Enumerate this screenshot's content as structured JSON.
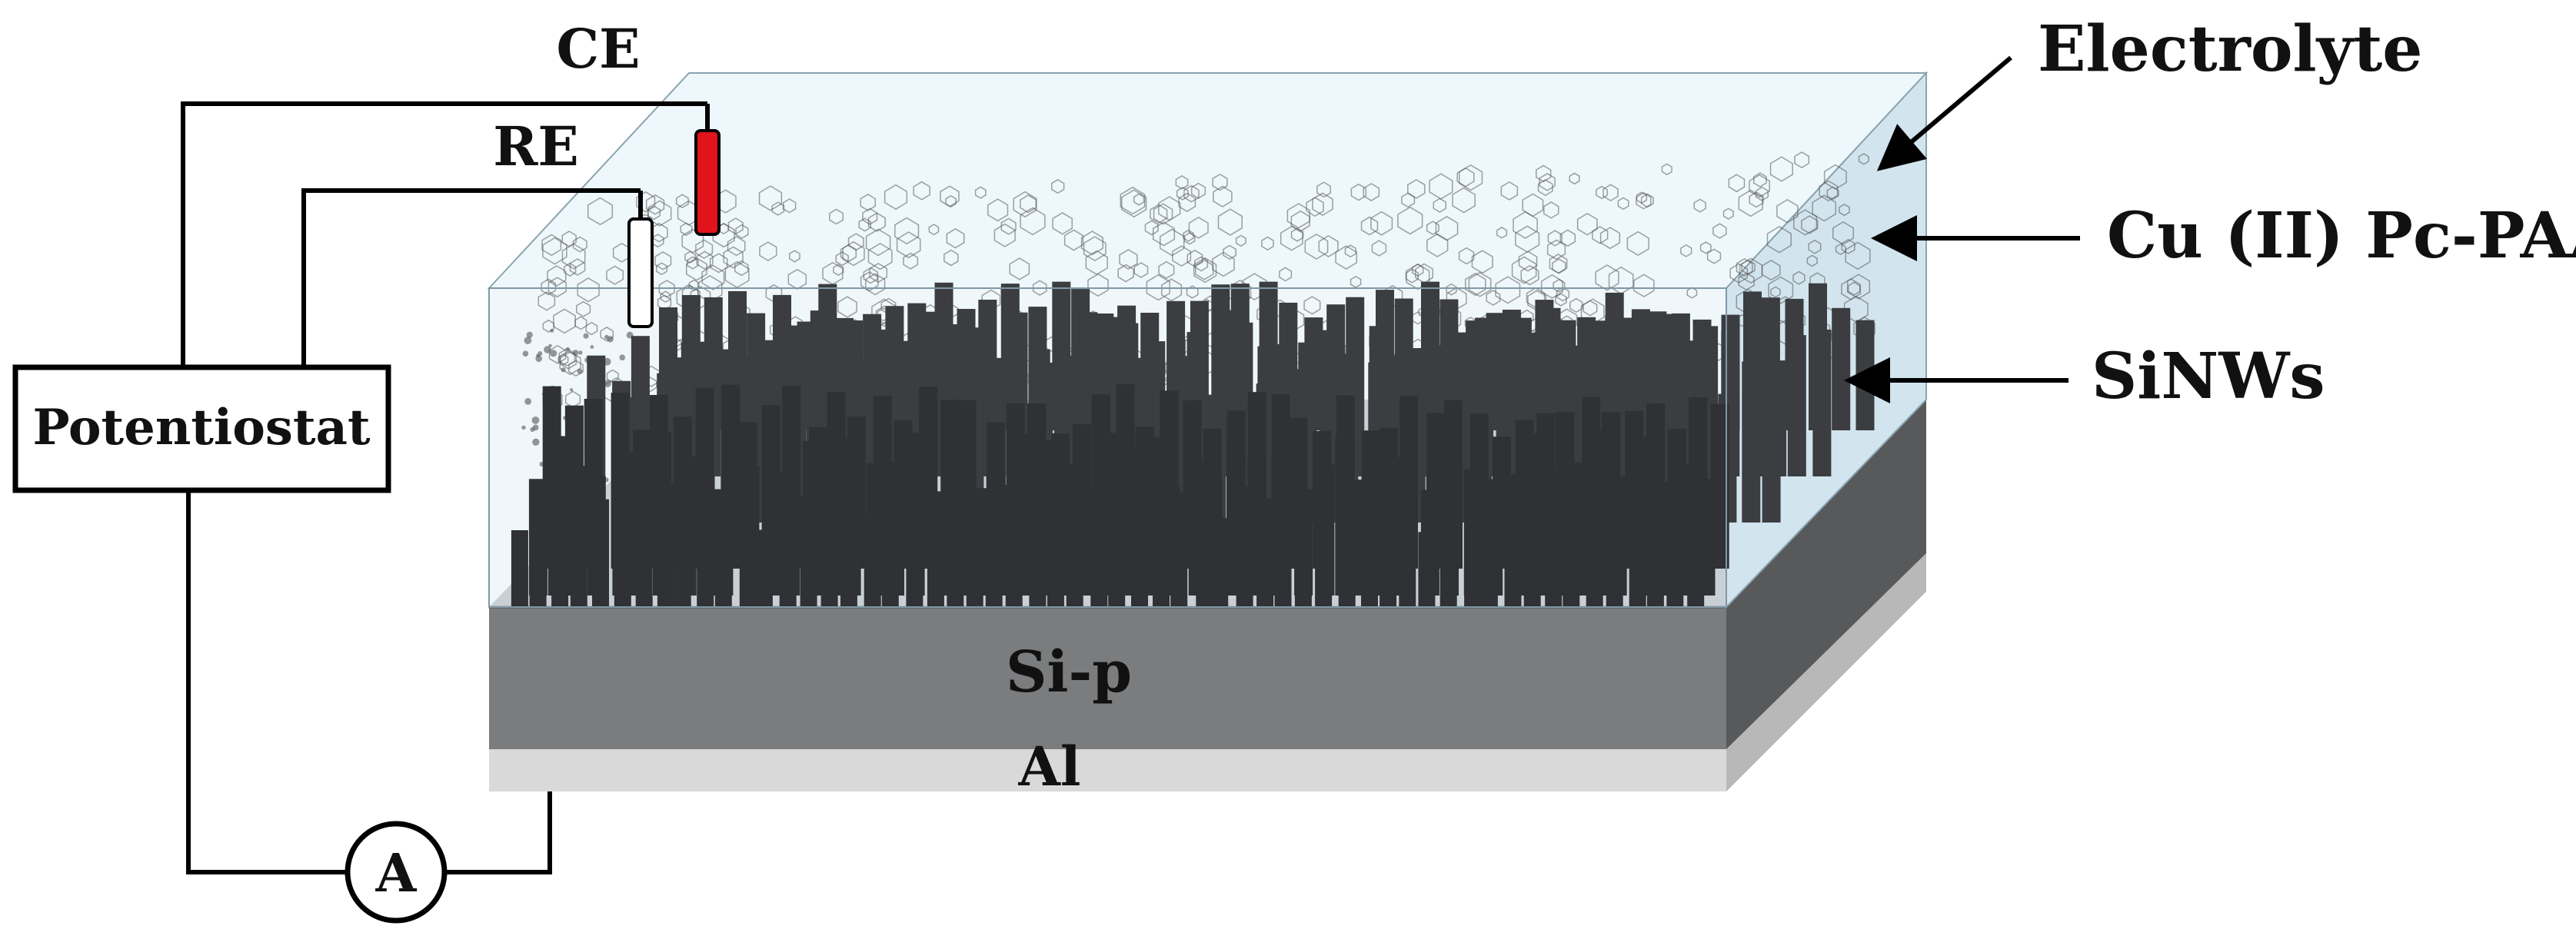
{
  "labels": {
    "ce": "CE",
    "re": "RE",
    "potentiostat": "Potentiostat",
    "ammeter": "A",
    "electrolyte": "Electrolyte",
    "pc_paa": "Cu (II) Pc-PAA",
    "sinws": "SiNWs",
    "si_p": "Si-p",
    "al": "Al"
  },
  "colors": {
    "electrolyte_fill": "#e3f1f8",
    "electrolyte_side": "#d2e4ee",
    "nanowire": "#3b3d40",
    "nanowire_front": "#2f3134",
    "si_p": "#7b7c7e",
    "si_top": "#a8a9ab",
    "si_side": "#58595b",
    "al": "#d9d9d9",
    "al_side": "#b8b8b8",
    "counter_electrode": "#e0141a",
    "reference_electrode": "#ffffff",
    "molecule": "#555555",
    "wire": "#000000"
  }
}
